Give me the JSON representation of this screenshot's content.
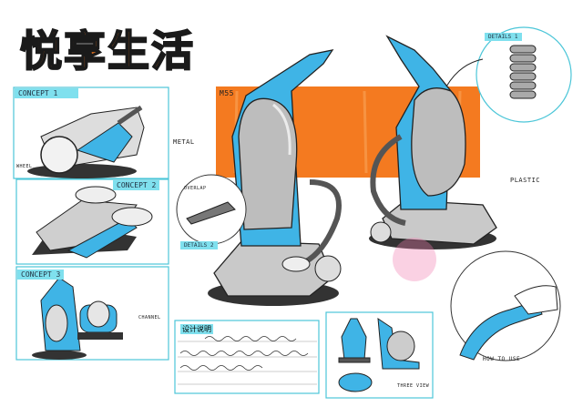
{
  "title": "悦享生活",
  "concepts": [
    {
      "label": "CONCEPT 1",
      "callouts": [
        "METAL",
        "WHEEL"
      ]
    },
    {
      "label": "CONCEPT 2"
    },
    {
      "label": "CONCEPT 3",
      "callouts": [
        "CHANNEL"
      ]
    }
  ],
  "main": {
    "model_label": "M55",
    "callout": "PLASTIC"
  },
  "details": [
    {
      "label": "DETAILS 1"
    },
    {
      "label": "DETAILS 2",
      "callout": "OVERLAP"
    }
  ],
  "design_note": {
    "title": "设计说明"
  },
  "three_view": {
    "label": "THREE VIEW"
  },
  "how_to_use": {
    "label": "HOW TO USE"
  },
  "colors": {
    "accent_blue": "#3fb4e6",
    "orange": "#f47a20",
    "label_cyan": "#7fe0ee",
    "grey": "#8a8a8a"
  }
}
